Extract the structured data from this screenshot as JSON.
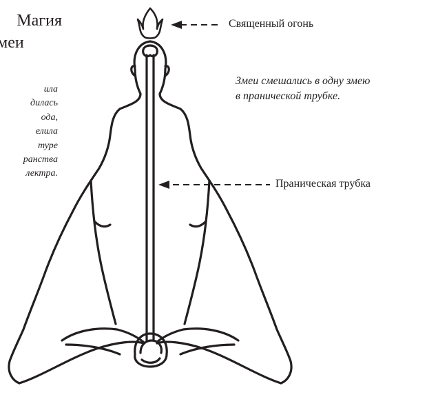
{
  "title": {
    "line1": "Магия",
    "line2": "Змеи"
  },
  "side_note": {
    "lines": [
      "ила",
      "дилась",
      "ода,",
      "елила",
      "туре",
      "ранства",
      "лектра."
    ]
  },
  "labels": {
    "sacred_fire": "Священный огонь",
    "pranic_tube": "Праническая трубка"
  },
  "note": {
    "line1": "Змеи смешались в одну змею",
    "line2": "в пранической трубке."
  },
  "colors": {
    "ink": "#231f20",
    "background": "#ffffff"
  }
}
